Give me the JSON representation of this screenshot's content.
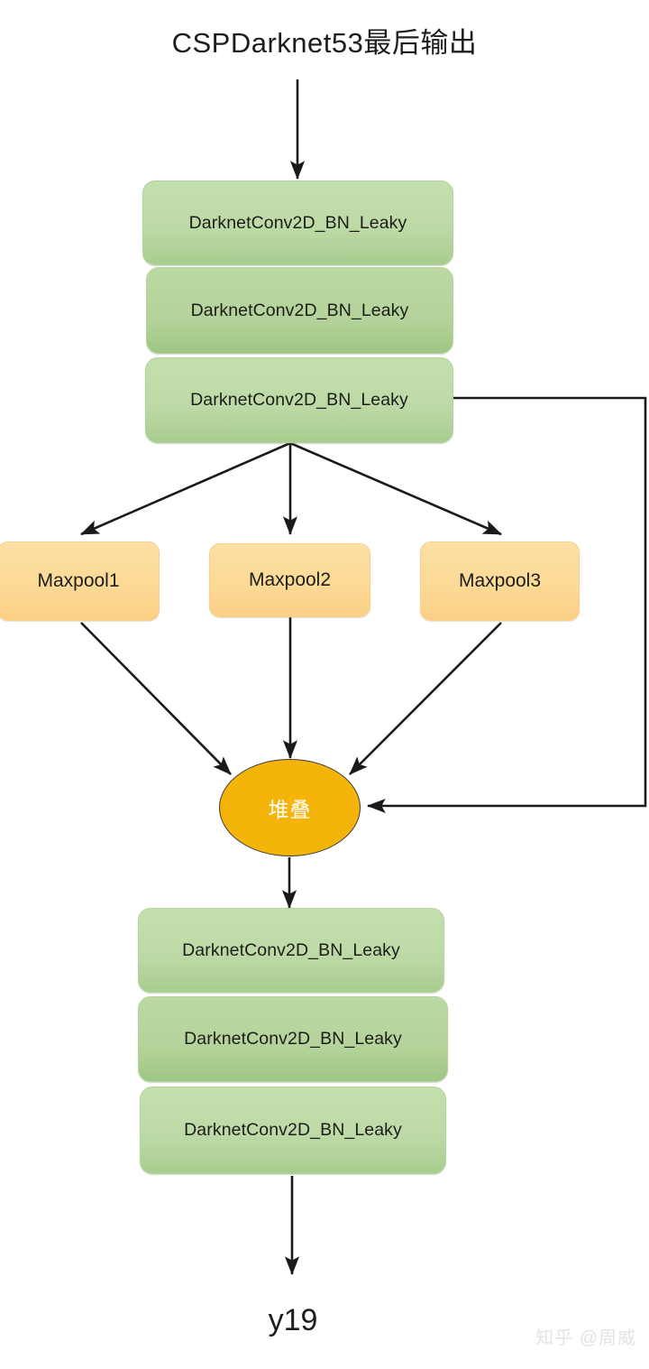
{
  "diagram": {
    "title": "CSPDarknet53最后输出",
    "output_label": "y19",
    "watermark": "知乎 @周威",
    "colors": {
      "conv_block_fill": "#bddaa6",
      "maxpool_fill": "#fcd994",
      "concat_fill": "#f5b40a",
      "edge_stroke": "#1a1a1a",
      "concat_text": "#ffffff",
      "node_text": "#1d1d1b",
      "watermark_text": "#e3e3e3",
      "background": "#ffffff"
    },
    "conv_top": [
      {
        "label": "DarknetConv2D_BN_Leaky"
      },
      {
        "label": "DarknetConv2D_BN_Leaky"
      },
      {
        "label": "DarknetConv2D_BN_Leaky"
      }
    ],
    "maxpools": [
      {
        "label": "Maxpool1"
      },
      {
        "label": "Maxpool2"
      },
      {
        "label": "Maxpool3"
      }
    ],
    "concat": {
      "label": "堆叠"
    },
    "conv_bottom": [
      {
        "label": "DarknetConv2D_BN_Leaky"
      },
      {
        "label": "DarknetConv2D_BN_Leaky"
      },
      {
        "label": "DarknetConv2D_BN_Leaky"
      }
    ],
    "edges": [
      {
        "name": "input-to-conv1",
        "from": "CSPDarknet53最后输出",
        "to": "DarknetConv2D_BN_Leaky (1)"
      },
      {
        "name": "conv3-to-maxpool1",
        "from": "DarknetConv2D_BN_Leaky (3)",
        "to": "Maxpool1"
      },
      {
        "name": "conv3-to-maxpool2",
        "from": "DarknetConv2D_BN_Leaky (3)",
        "to": "Maxpool2"
      },
      {
        "name": "conv3-to-maxpool3",
        "from": "DarknetConv2D_BN_Leaky (3)",
        "to": "Maxpool3"
      },
      {
        "name": "conv3-skip-to-concat",
        "from": "DarknetConv2D_BN_Leaky (3)",
        "to": "堆叠"
      },
      {
        "name": "maxpool1-to-concat",
        "from": "Maxpool1",
        "to": "堆叠"
      },
      {
        "name": "maxpool2-to-concat",
        "from": "Maxpool2",
        "to": "堆叠"
      },
      {
        "name": "maxpool3-to-concat",
        "from": "Maxpool3",
        "to": "堆叠"
      },
      {
        "name": "concat-to-conv4",
        "from": "堆叠",
        "to": "DarknetConv2D_BN_Leaky (4)"
      },
      {
        "name": "conv6-to-output",
        "from": "DarknetConv2D_BN_Leaky (6)",
        "to": "y19"
      }
    ]
  }
}
